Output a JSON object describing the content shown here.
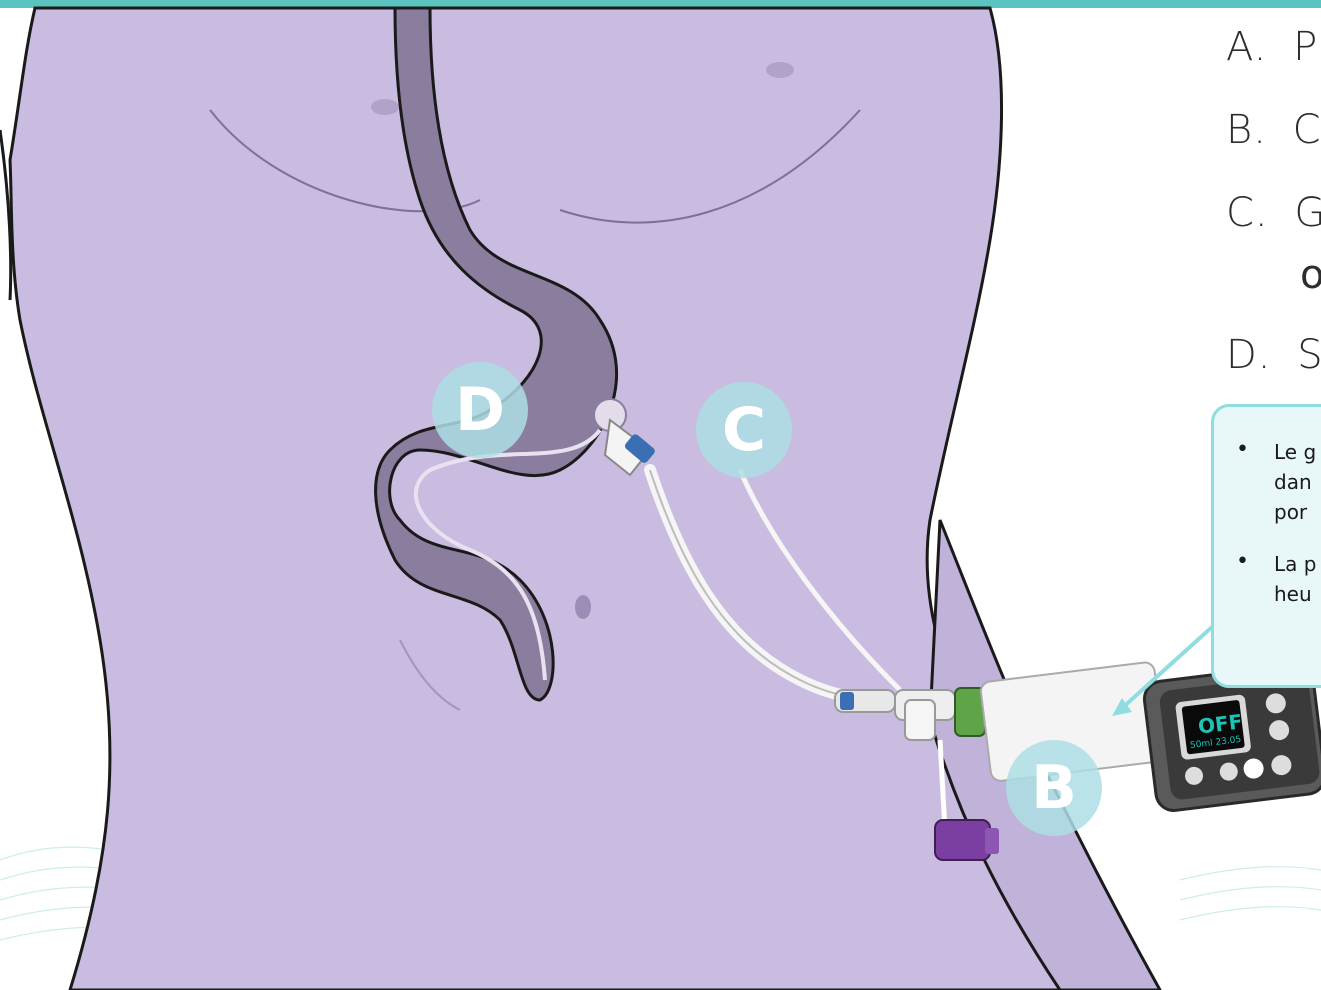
{
  "labels": {
    "badge_d": "D",
    "badge_c": "C",
    "badge_b": "B"
  },
  "legend": [
    {
      "letter": "A.",
      "text": "P"
    },
    {
      "letter": "B.",
      "text": "C"
    },
    {
      "letter": "C.",
      "text": "G",
      "continuation": "o"
    },
    {
      "letter": "D.",
      "text": "S"
    }
  ],
  "callout": {
    "bullets": [
      {
        "line1": "Le g",
        "line2": "dan",
        "line3": "por"
      },
      {
        "line1": "La p",
        "line2": "heu"
      }
    ]
  },
  "pump_display": {
    "status": "OFF",
    "readout": "50ml 23.05"
  },
  "colors": {
    "accent_teal": "#5bc4c0",
    "body": "#c9bce0",
    "stomach": "#8a7d9e",
    "badge": "#addee4",
    "callout_border": "#8fdde0"
  }
}
